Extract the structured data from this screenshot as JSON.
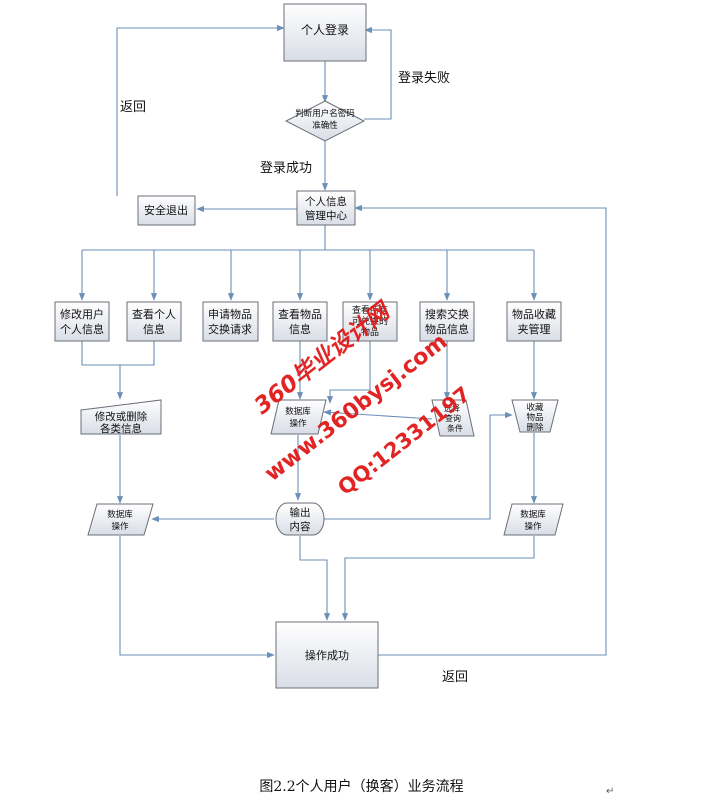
{
  "nodes": {
    "login": "个人登录",
    "check": [
      "判断用户名密码",
      "准确性"
    ],
    "center": [
      "个人信息",
      "管理中心"
    ],
    "logout": "安全退出",
    "modify": [
      "修改用户",
      "个人信息"
    ],
    "view_info": [
      "查看个人",
      "信息"
    ],
    "apply": [
      "申请物品",
      "交换请求"
    ],
    "view_goods": [
      "查看物品",
      "信息"
    ],
    "view_available": [
      "查看所有",
      "可兑换的",
      "物品"
    ],
    "search": [
      "搜索交换",
      "物品信息"
    ],
    "favorites": [
      "物品收藏",
      "夹管理"
    ],
    "modify_delete": [
      "修改或删除",
      "各类信息"
    ],
    "db_mid": [
      "数据库",
      "操作"
    ],
    "search_cond": [
      "选择",
      "查询",
      "条件"
    ],
    "fav_delete": [
      "收藏",
      "物品",
      "删除"
    ],
    "output": [
      "输出",
      "内容"
    ],
    "db_left": [
      "数据库",
      "操作"
    ],
    "db_right": [
      "数据库",
      "操作"
    ],
    "success": "操作成功"
  },
  "labels": {
    "login_fail": "登录失败",
    "login_success": "登录成功",
    "return_top": "返回",
    "return_bottom": "返回"
  },
  "watermark": {
    "line1": "360毕业设计网",
    "line2": "www.360bysj.com",
    "line3": "QQ:12331197"
  },
  "caption": "图2.2个人用户（换客）业务流程",
  "return_mark": "↵",
  "colors": {
    "line": "#6b8fb6",
    "box_top": "#ffffff",
    "box_bottom": "#d9dde6",
    "watermark": "#e11919"
  }
}
